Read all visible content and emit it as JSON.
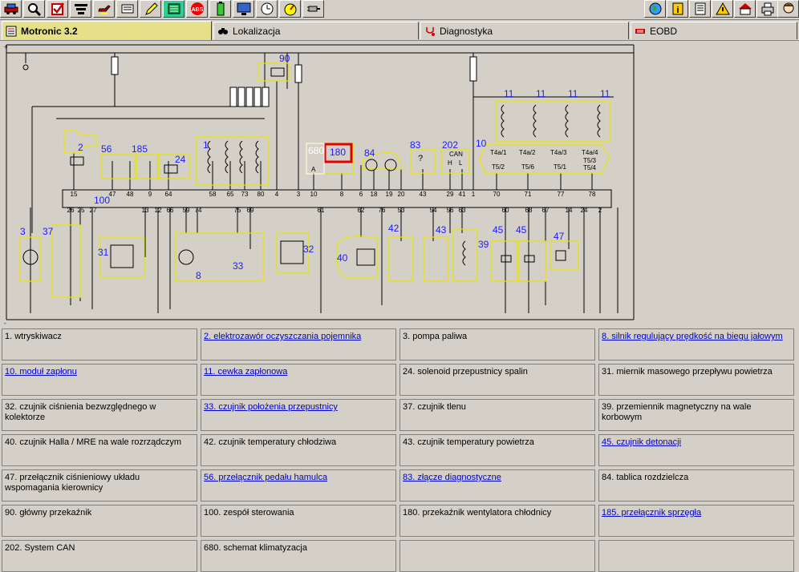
{
  "toolbar": {
    "left_buttons": [
      {
        "name": "car-icon"
      },
      {
        "name": "search-icon"
      },
      {
        "name": "checkbox-icon"
      },
      {
        "name": "tools-icon"
      },
      {
        "name": "oil-can-icon"
      },
      {
        "name": "engine-icon"
      },
      {
        "name": "pencil-icon"
      },
      {
        "name": "circuit-icon"
      },
      {
        "name": "abs-icon"
      },
      {
        "name": "battery-icon"
      },
      {
        "name": "monitor-icon"
      },
      {
        "name": "clock-icon"
      },
      {
        "name": "gauge-icon"
      },
      {
        "name": "plug-icon"
      }
    ],
    "right_buttons": [
      {
        "name": "globe-icon"
      },
      {
        "name": "info-icon"
      },
      {
        "name": "book-icon"
      },
      {
        "name": "warning-sign-icon"
      },
      {
        "name": "house-icon"
      },
      {
        "name": "printer-icon"
      },
      {
        "name": "user-icon"
      }
    ],
    "abs_label": "ABS"
  },
  "tabs": [
    {
      "label": "Motronic 3.2",
      "active": true
    },
    {
      "label": "Lokalizacja",
      "active": false
    },
    {
      "label": "Diagnostyka",
      "active": false
    },
    {
      "label": "EOBD",
      "active": false
    }
  ],
  "diagram": {
    "components": [
      {
        "id": "90"
      },
      {
        "id": "2"
      },
      {
        "id": "56"
      },
      {
        "id": "185"
      },
      {
        "id": "24"
      },
      {
        "id": "1"
      },
      {
        "id": "680"
      },
      {
        "id": "180"
      },
      {
        "id": "84"
      },
      {
        "id": "83"
      },
      {
        "id": "202"
      },
      {
        "id": "10"
      },
      {
        "id": "11"
      },
      {
        "id": "100"
      },
      {
        "id": "3"
      },
      {
        "id": "37"
      },
      {
        "id": "31"
      },
      {
        "id": "8"
      },
      {
        "id": "33"
      },
      {
        "id": "32"
      },
      {
        "id": "40"
      },
      {
        "id": "42"
      },
      {
        "id": "43"
      },
      {
        "id": "39"
      },
      {
        "id": "45"
      },
      {
        "id": "47"
      }
    ],
    "pins_top": [
      "15",
      "47",
      "48",
      "9",
      "64",
      "58",
      "65",
      "73",
      "80",
      "4",
      "3",
      "10",
      "8",
      "6",
      "18",
      "19",
      "20",
      "43",
      "29",
      "41",
      "1",
      "70",
      "71",
      "77",
      "78"
    ],
    "pins_bottom": [
      "26",
      "25",
      "27",
      "13",
      "12",
      "66",
      "59",
      "74",
      "75",
      "69",
      "61",
      "62",
      "76",
      "53",
      "54",
      "56",
      "63",
      "60",
      "68",
      "67",
      "14",
      "24",
      "2"
    ],
    "module_labels": [
      "T4a/1",
      "T4a/2",
      "T4a/3",
      "T4a/4",
      "T5/2",
      "T5/6",
      "T5/1",
      "T5/3",
      "T5/4"
    ],
    "misc_labels": {
      "can": "CAN",
      "h": "H",
      "l": "L",
      "a": "A",
      "q": "?",
      "plus": "+",
      "minus": "-"
    }
  },
  "legend": [
    {
      "text": "1. wtryskiwacz",
      "link": false
    },
    {
      "text": "2. elektrozawór oczyszczania pojemnika",
      "link": true
    },
    {
      "text": "3. pompa paliwa",
      "link": false
    },
    {
      "text": "8. silnik regulujący prędkość na biegu jałowym",
      "link": true
    },
    {
      "text": "10. moduł zapłonu",
      "link": true
    },
    {
      "text": "11. cewka zapłonowa",
      "link": true
    },
    {
      "text": "24. solenoid przepustnicy spalin",
      "link": false
    },
    {
      "text": "31. miernik masowego przepływu powietrza",
      "link": false
    },
    {
      "text": "32. czujnik ciśnienia bezwzględnego w kolektorze",
      "link": false
    },
    {
      "text": "33. czujnik położenia przepustnicy",
      "link": true
    },
    {
      "text": "37. czujnik tlenu",
      "link": false
    },
    {
      "text": "39. przemiennik magnetyczny na wale korbowym",
      "link": false
    },
    {
      "text": "40. czujnik Halla / MRE na wale rozrządczym",
      "link": false
    },
    {
      "text": "42. czujnik temperatury chłodziwa",
      "link": false
    },
    {
      "text": "43. czujnik temperatury powietrza",
      "link": false
    },
    {
      "text": "45. czujnik detonacji",
      "link": true
    },
    {
      "text": "47. przełącznik ciśnieniowy układu wspomagania kierownicy",
      "link": false
    },
    {
      "text": "56. przełącznik pedału hamulca",
      "link": true
    },
    {
      "text": "83. złącze diagnostyczne",
      "link": true
    },
    {
      "text": "84. tablica rozdzielcza",
      "link": false
    },
    {
      "text": "90. główny przekaźnik",
      "link": false
    },
    {
      "text": "100. zespół sterowania",
      "link": false
    },
    {
      "text": "180. przekaźnik wentylatora chłodnicy",
      "link": false
    },
    {
      "text": "185. przełącznik sprzęgła",
      "link": true
    },
    {
      "text": "202. System CAN",
      "link": false
    },
    {
      "text": "680. schemat klimatyzacja",
      "link": false
    }
  ],
  "colors": {
    "wire": "#000000",
    "component": "#e6e600",
    "label": "#1a1aff",
    "highlight": "#e00000",
    "link": "#0000cc",
    "bg": "#d4d0c8"
  }
}
